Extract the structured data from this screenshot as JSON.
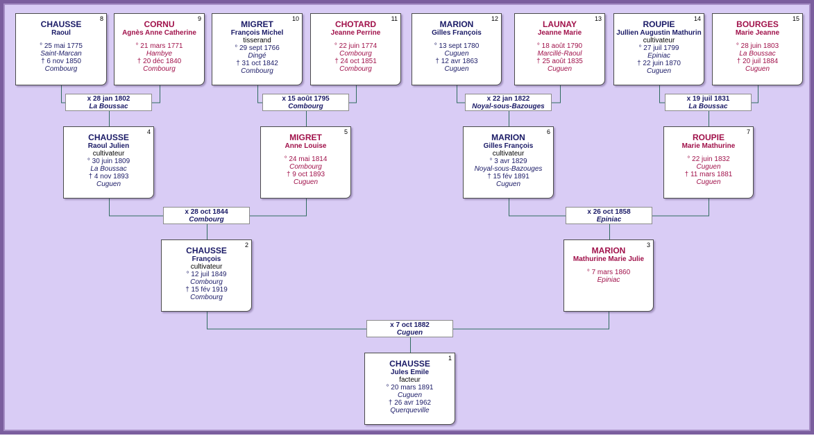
{
  "people": [
    {
      "num": "8",
      "surname": "CHAUSSE",
      "given": "Raoul",
      "occupation": "",
      "birth": "° 25 mai 1775",
      "birth_place": "Saint-Marcan",
      "death": "† 6 nov 1850",
      "death_place": "Combourg",
      "sex": "male"
    },
    {
      "num": "9",
      "surname": "CORNU",
      "given": "Agnès Anne Catherine",
      "occupation": "",
      "birth": "° 21 mars 1771",
      "birth_place": "Hambye",
      "death": "† 20 déc 1840",
      "death_place": "Combourg",
      "sex": "female"
    },
    {
      "num": "10",
      "surname": "MIGRET",
      "given": "François Michel",
      "occupation": "tisserand",
      "birth": "° 29 sept 1766",
      "birth_place": "Dingé",
      "death": "† 31 oct 1842",
      "death_place": "Combourg",
      "sex": "male"
    },
    {
      "num": "11",
      "surname": "CHOTARD",
      "given": "Jeanne Perrine",
      "occupation": "",
      "birth": "° 22 juin 1774",
      "birth_place": "Combourg",
      "death": "† 24 oct 1851",
      "death_place": "Combourg",
      "sex": "female"
    },
    {
      "num": "12",
      "surname": "MARION",
      "given": "Gilles François",
      "occupation": "",
      "birth": "° 13 sept 1780",
      "birth_place": "Cuguen",
      "death": "† 12 avr 1863",
      "death_place": "Cuguen",
      "sex": "male"
    },
    {
      "num": "13",
      "surname": "LAUNAY",
      "given": "Jeanne Marie",
      "occupation": "",
      "birth": "° 18 août 1790",
      "birth_place": "Marcillé-Raoul",
      "death": "† 25 août 1835",
      "death_place": "Cuguen",
      "sex": "female"
    },
    {
      "num": "14",
      "surname": "ROUPIE",
      "given": "Jullien Augustin Mathurin",
      "occupation": "cultivateur",
      "birth": "° 27 juil 1799",
      "birth_place": "Epiniac",
      "death": "† 22 juin 1870",
      "death_place": "Cuguen",
      "sex": "male"
    },
    {
      "num": "15",
      "surname": "BOURGES",
      "given": "Marie Jeanne",
      "occupation": "",
      "birth": "° 28 juin 1803",
      "birth_place": "La Boussac",
      "death": "† 20 juil 1884",
      "death_place": "Cuguen",
      "sex": "female"
    },
    {
      "num": "4",
      "surname": "CHAUSSE",
      "given": "Raoul Julien",
      "occupation": "cultivateur",
      "birth": "° 30 juin 1809",
      "birth_place": "La Boussac",
      "death": "† 4 nov 1893",
      "death_place": "Cuguen",
      "sex": "male"
    },
    {
      "num": "5",
      "surname": "MIGRET",
      "given": "Anne Louise",
      "occupation": "",
      "birth": "° 24 mai 1814",
      "birth_place": "Combourg",
      "death": "† 9 oct 1893",
      "death_place": "Cuguen",
      "sex": "female"
    },
    {
      "num": "6",
      "surname": "MARION",
      "given": "Gilles François",
      "occupation": "cultivateur",
      "birth": "° 3 avr 1829",
      "birth_place": "Noyal-sous-Bazouges",
      "death": "† 15 fév 1891",
      "death_place": "Cuguen",
      "sex": "male"
    },
    {
      "num": "7",
      "surname": "ROUPIE",
      "given": "Marie Mathurine",
      "occupation": "",
      "birth": "° 22 juin 1832",
      "birth_place": "Cuguen",
      "death": "† 11 mars 1881",
      "death_place": "Cuguen",
      "sex": "female"
    },
    {
      "num": "2",
      "surname": "CHAUSSE",
      "given": "François",
      "occupation": "cultivateur",
      "birth": "° 12 juil 1849",
      "birth_place": "Combourg",
      "death": "† 15 fév 1919",
      "death_place": "Combourg",
      "sex": "male"
    },
    {
      "num": "3",
      "surname": "MARION",
      "given": "Mathurine Marie Julie",
      "occupation": "",
      "birth": "° 7 mars 1860",
      "birth_place": "Epiniac",
      "death": "",
      "death_place": "",
      "sex": "female"
    },
    {
      "num": "1",
      "surname": "CHAUSSE",
      "given": "Jules Emile",
      "occupation": "facteur",
      "birth": "° 20 mars 1891",
      "birth_place": "Cuguen",
      "death": "† 26 avr 1962",
      "death_place": "Querqueville",
      "sex": "male"
    }
  ],
  "marriages": [
    {
      "date": "x 28 jan 1802",
      "place": "La Boussac"
    },
    {
      "date": "x 15 août 1795",
      "place": "Combourg"
    },
    {
      "date": "x 22 jan 1822",
      "place": "Noyal-sous-Bazouges"
    },
    {
      "date": "x 19 juil 1831",
      "place": "La Boussac"
    },
    {
      "date": "x 28 oct 1844",
      "place": "Combourg"
    },
    {
      "date": "x 26 oct 1858",
      "place": "Epiniac"
    },
    {
      "date": "x 7 oct 1882",
      "place": "Cuguen"
    }
  ]
}
